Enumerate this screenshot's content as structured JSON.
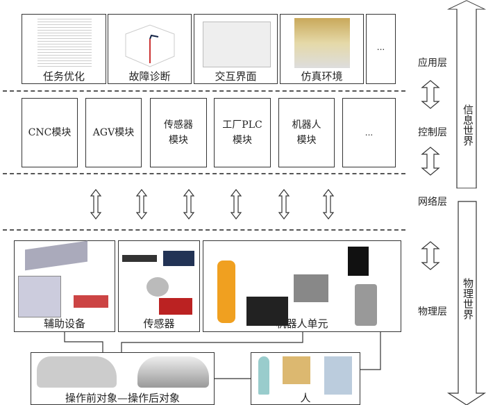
{
  "application_layer": {
    "label": "应用层",
    "items": [
      "任务优化",
      "故障诊断",
      "交互界面",
      "仿真环境",
      "..."
    ]
  },
  "control_layer": {
    "label": "控制层",
    "items": [
      "CNC模块",
      "AGV模块",
      "传感器\n模块",
      "工厂PLC\n模块",
      "机器人\n模块",
      "..."
    ]
  },
  "network_layer": {
    "label": "网络层"
  },
  "physical_layer": {
    "label": "物理层",
    "items": [
      "辅助设备",
      "传感器",
      "机器人单元"
    ]
  },
  "objects": {
    "label": "操作前对象—操作后对象"
  },
  "people": {
    "label": "人"
  },
  "info_world": "信息世界",
  "physical_world": "物理世界"
}
